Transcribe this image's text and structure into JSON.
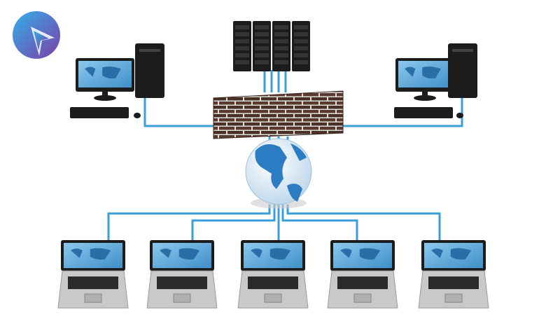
{
  "diagram": {
    "type": "network-topology",
    "nodes": {
      "logo": "logo-icon",
      "servers": {
        "count": 4,
        "icon": "server-rack-icon"
      },
      "firewall": {
        "icon": "brick-firewall-icon"
      },
      "internet": {
        "icon": "globe-icon"
      },
      "desktops": [
        {
          "side": "left"
        },
        {
          "side": "right"
        }
      ],
      "laptops": {
        "count": 5,
        "icon": "laptop-icon"
      }
    },
    "colors": {
      "cable": "#3a9fd8",
      "screen": "#5aa9d9",
      "map": "#2a6ea8",
      "hardware": "#1c1c1c",
      "brick": "#5a3a2e",
      "laptop": "#c9c9c9",
      "globe_ocean": "#e8f2fa",
      "globe_land": "#2b7cc2",
      "logo_start": "#32b0e8",
      "logo_end": "#7b3fa8"
    }
  }
}
